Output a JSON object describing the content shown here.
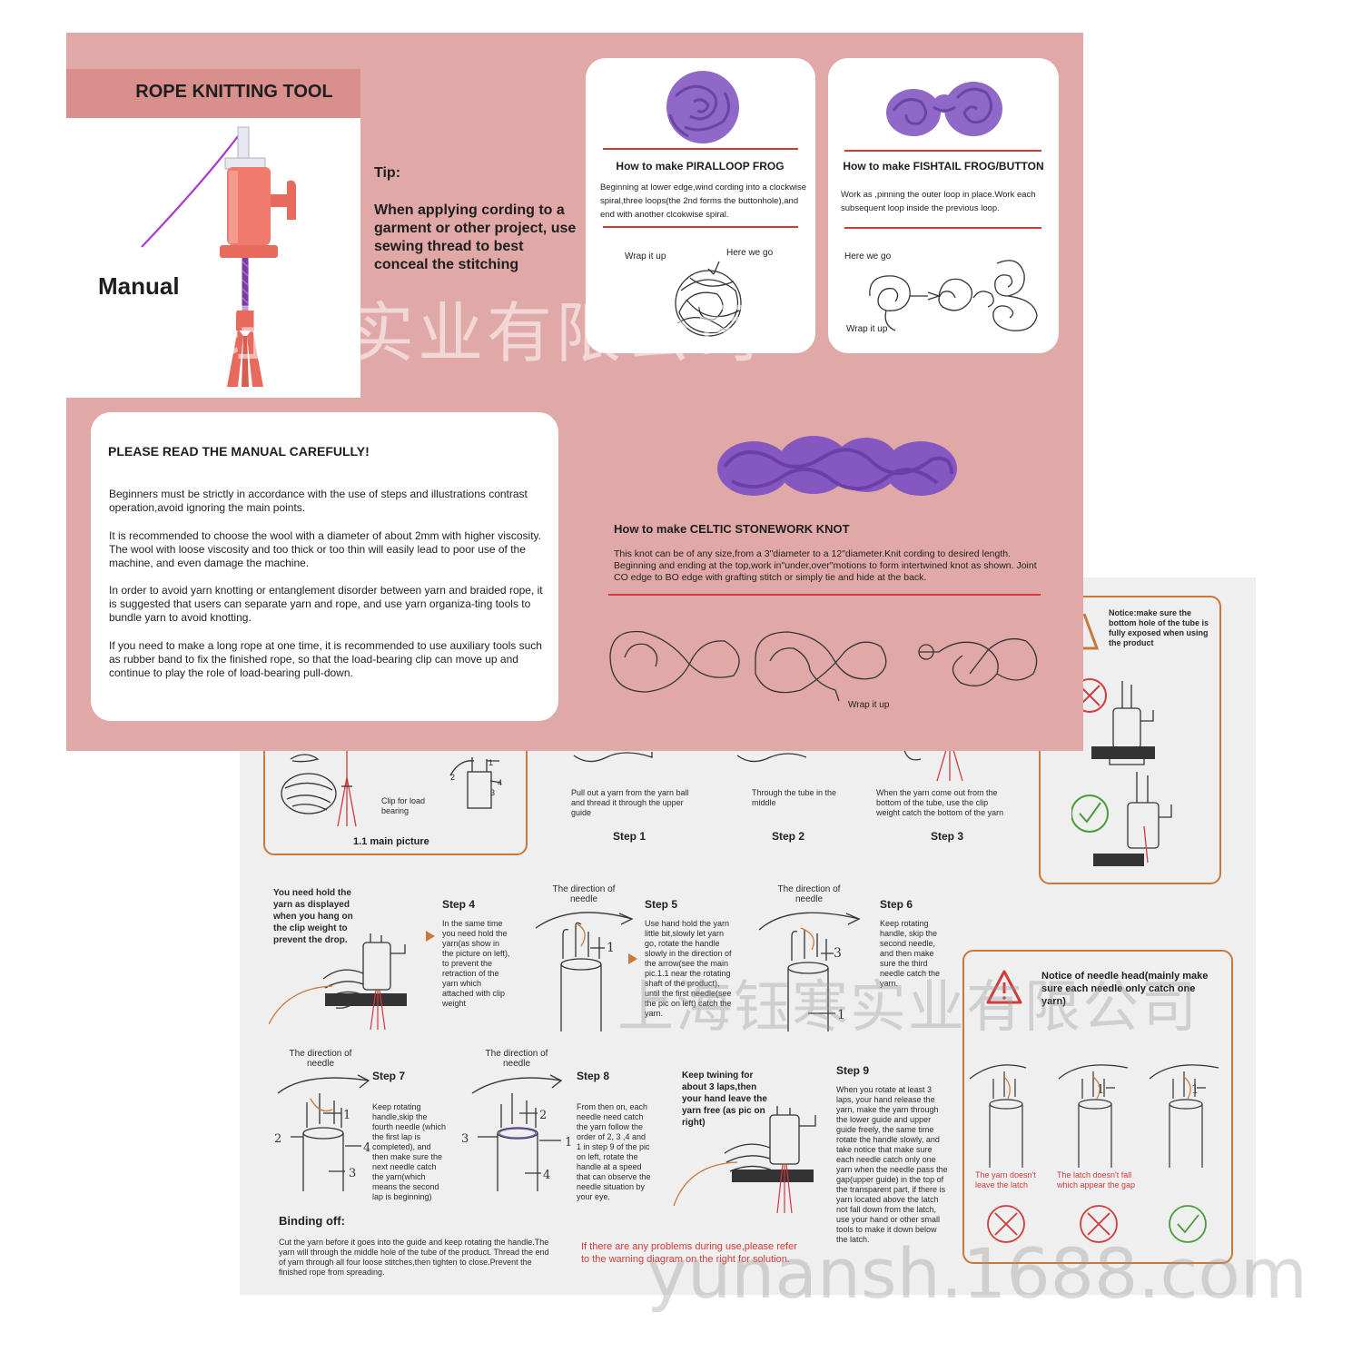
{
  "front": {
    "title": "ROPE KNITTING TOOL",
    "manual_label": "Manual",
    "tip_label": "Tip:",
    "tip_text": "When applying cording to a garment or other project, use sewing thread to best conceal the stitching",
    "frog1": {
      "title": "How to make PIRALLOOP FROG",
      "text": "Beginning at lower edge,wind cording into a clockwise spiral,three loops(the 2nd forms the buttonhole),and end with another clcokwise spiral.",
      "label_a": "Wrap it up",
      "label_b": "Here we go"
    },
    "frog2": {
      "title": "How to make FISHTAIL FROG/BUTTON",
      "text": "Work as ,pinning the outer loop in place.Work each subsequent loop inside the previous loop.",
      "label_a": "Here we go",
      "label_b": "Wrap it up"
    },
    "read_card": {
      "title": "PLEASE READ THE MANUAL CAREFULLY!",
      "p1": "Beginners must be strictly in accordance with the use of steps and illustrations contrast operation,avoid ignoring the main points.",
      "p2": "It is recommended to choose the wool with a diameter of about 2mm with higher viscosity. The wool with loose viscosity and too thick or too thin will easily lead to poor use of the machine, and even damage the machine.",
      "p3": "In order to avoid yarn knotting or entanglement disorder between yarn and braided rope, it is suggested that users can separate yarn and rope, and use yarn organiza-ting tools to bundle yarn to avoid knotting.",
      "p4": "If you need to make a long rope at one time, it is recommended to use auxiliary tools such as rubber band to fix the finished rope, so that the load-bearing clip can move up and continue to play the role of load-bearing pull-down."
    },
    "celtic": {
      "title": "How to make CELTIC STONEWORK KNOT",
      "text": "This knot can be of any size,from a 3\"diameter to a 12\"diameter.Knit cording to desired length. Beginning and ending at the top,work in\"under,over\"motions to form intertwined knot as shown. Joint CO edge to BO edge with grafting stitch or simply tie and hide at the back.",
      "label": "Wrap it up"
    },
    "watermark": "上海钰寒实业有限公司"
  },
  "back": {
    "main_picture_caption": "1.1 main picture",
    "clip_label": "Clip for load bearing",
    "diagram_numbers": [
      "1",
      "2",
      "3",
      "4"
    ],
    "step1": {
      "label": "Step 1",
      "text": "Pull out a yarn from the yarn ball and thread it through the upper guide"
    },
    "step2": {
      "label": "Step 2",
      "text": "Through the tube in the middle"
    },
    "step3": {
      "label": "Step 3",
      "text": "When the yarn come out from the bottom of the tube, use the clip weight catch the bottom of the yarn"
    },
    "notice1": "Notice:make sure the bottom hole of the tube is fully exposed when using the product",
    "hold_text": "You need hold the yarn as displayed when you hang on the clip weight to prevent the drop.",
    "direction_label": "The direction of needle",
    "step4": {
      "label": "Step 4",
      "text": "In the same time you need hold the yarn(as show in the picture on left), to prevent the retraction of the yarn which attached with clip weight"
    },
    "step5": {
      "label": "Step 5",
      "text": "Use hand hold the yarn little bit,slowly let yarn go, rotate the handle slowly in the direction of the arrow(see the main pic.1.1 near the rotating shaft of the product), until the first needle(see the pic on left) catch the yarn."
    },
    "step6": {
      "label": "Step 6",
      "text": "Keep rotating handle, skip the second needle, and then make sure the third needle catch the yarn."
    },
    "notice2": "Notice of needle head(mainly make sure each needle only catch one yarn)",
    "step7": {
      "label": "Step 7",
      "text": "Keep rotating handle,skip the fourth needle (which the first lap is completed), and then make sure the next needle catch the yarn(which means the second lap is beginning)"
    },
    "step8": {
      "label": "Step 8",
      "text": "From then on, each needle need catch the yarn follow the order of 2, 3 ,4 and 1 in step 9 of the pic on left, rotate the handle at a speed that can observe the needle situation by your eye."
    },
    "twining_text": "Keep twining for about 3 laps,then your hand leave the yarn free (as pic on right)",
    "step9": {
      "label": "Step 9",
      "text": "When you rotate at least 3 laps, your hand release the yarn, make the yarn through the lower guide and upper guide freely, the same time rotate the handle slowly, and take notice that make sure each needle catch only one yarn when the needle pass the gap(upper guide) in the top of the transparent part, if there is yarn located above the latch not fall down from the latch, use your hand or other small tools to make it down below the latch."
    },
    "latch_a": "The yarn doesn't leave the latch",
    "latch_b": "The latch doesn't fall which appear the gap",
    "binding_title": "Binding off:",
    "binding_text": "Cut the yarn before it goes into the guide and keep rotating the handle.The yarn will through the middle hole of the tube of the product. Thread the end of yarn through all four loose stitches,then tighten to close.Prevent the finished rope from spreading.",
    "problem_text": "If there are any problems during use,please refer to the warning diagram on the right for solution.",
    "watermark_cn": "上海钰寒实业有限公司",
    "watermark_en": "yunansh.1688.com"
  },
  "colors": {
    "pink_bg": "#e0a9a7",
    "pink_band": "#d9908d",
    "accent_red": "#d43a3a",
    "orange": "#c8783a",
    "purple": "#7b5bb5"
  }
}
